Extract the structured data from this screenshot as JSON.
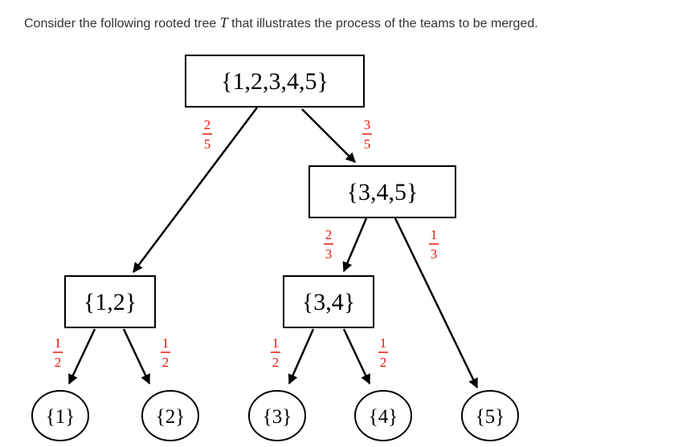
{
  "intro": {
    "before": "Consider the following rooted tree ",
    "symbol": "T",
    "after": " that illustrates the process of the teams to be merged."
  },
  "nodes": {
    "root": "{1,2,3,4,5}",
    "n345": "{3,4,5}",
    "n12": "{1,2}",
    "n34": "{3,4}",
    "leaf1": "{1}",
    "leaf2": "{2}",
    "leaf3": "{3}",
    "leaf4": "{4}",
    "leaf5": "{5}"
  },
  "edges": {
    "root_to_12": {
      "num": "2",
      "den": "5"
    },
    "root_to_345": {
      "num": "3",
      "den": "5"
    },
    "n345_to_34": {
      "num": "2",
      "den": "3"
    },
    "n345_to_5": {
      "num": "1",
      "den": "3"
    },
    "n12_to_1": {
      "num": "1",
      "den": "2"
    },
    "n12_to_2": {
      "num": "1",
      "den": "2"
    },
    "n34_to_3": {
      "num": "1",
      "den": "2"
    },
    "n34_to_4": {
      "num": "1",
      "den": "2"
    }
  },
  "colors": {
    "probability": "#e8160d",
    "line": "#000000"
  }
}
